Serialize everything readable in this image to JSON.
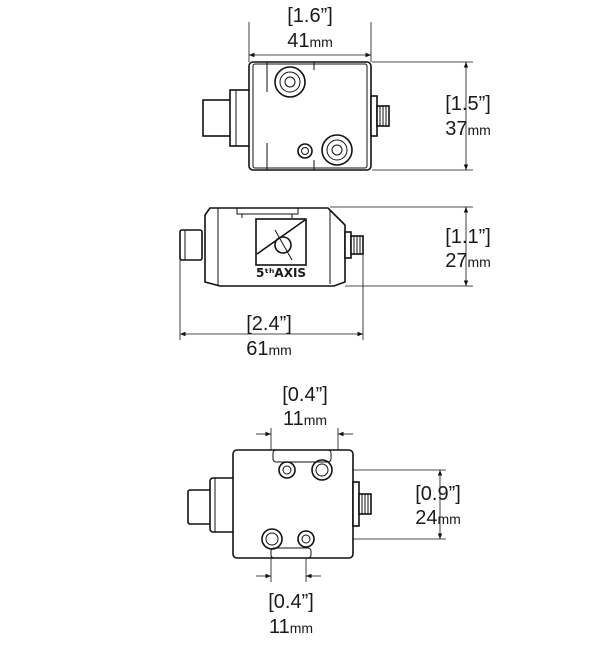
{
  "top_view": {
    "width": {
      "inches": "[1.6”]",
      "mm_value": "41",
      "mm_unit": "mm"
    },
    "height": {
      "inches": "[1.5”]",
      "mm_value": "37",
      "mm_unit": "mm"
    }
  },
  "side_view": {
    "height": {
      "inches": "[1.1”]",
      "mm_value": "27",
      "mm_unit": "mm"
    },
    "length": {
      "inches": "[2.4”]",
      "mm_value": "61",
      "mm_unit": "mm"
    },
    "logo": "5ᵗʰAXIS"
  },
  "bottom_view": {
    "top_spacing": {
      "inches": "[0.4”]",
      "mm_value": "11",
      "mm_unit": "mm"
    },
    "hole_spacing": {
      "inches": "[0.9”]",
      "mm_value": "24",
      "mm_unit": "mm"
    },
    "bottom_spacing": {
      "inches": "[0.4”]",
      "mm_value": "11",
      "mm_unit": "mm"
    }
  }
}
